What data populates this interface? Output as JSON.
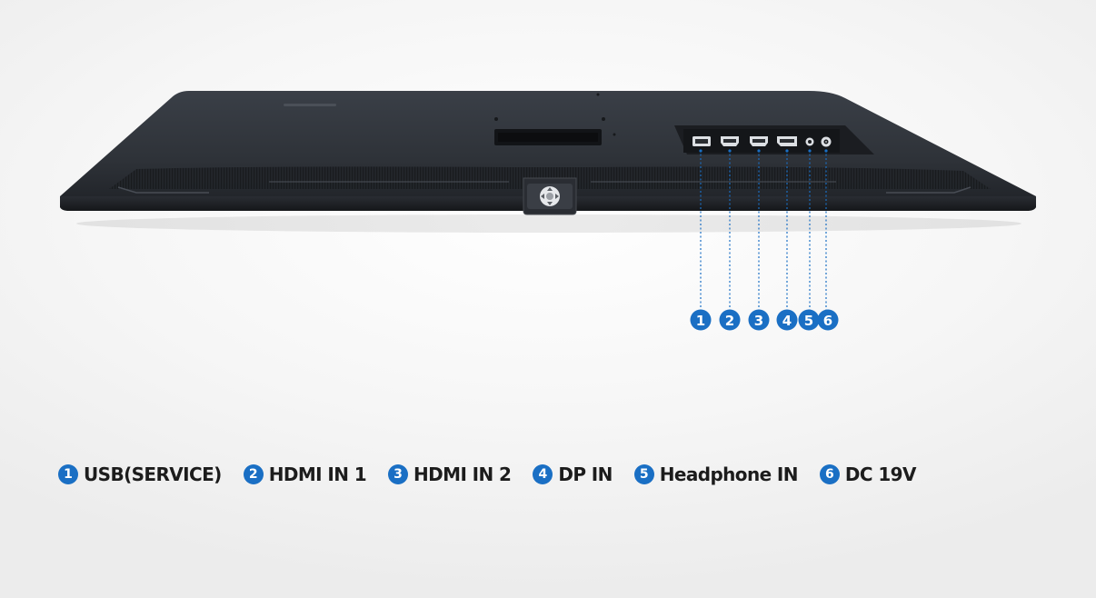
{
  "callouts": [
    {
      "number": "1",
      "label": "USB(SERVICE)"
    },
    {
      "number": "2",
      "label": "HDMI IN 1"
    },
    {
      "number": "3",
      "label": "HDMI IN 2"
    },
    {
      "number": "4",
      "label": "DP IN"
    },
    {
      "number": "5",
      "label": "Headphone IN"
    },
    {
      "number": "6",
      "label": "DC 19V"
    }
  ],
  "colors": {
    "callout_blue": "#1a6fc4",
    "monitor_body": "#2b2f36",
    "label_text": "#1c1c1c"
  }
}
